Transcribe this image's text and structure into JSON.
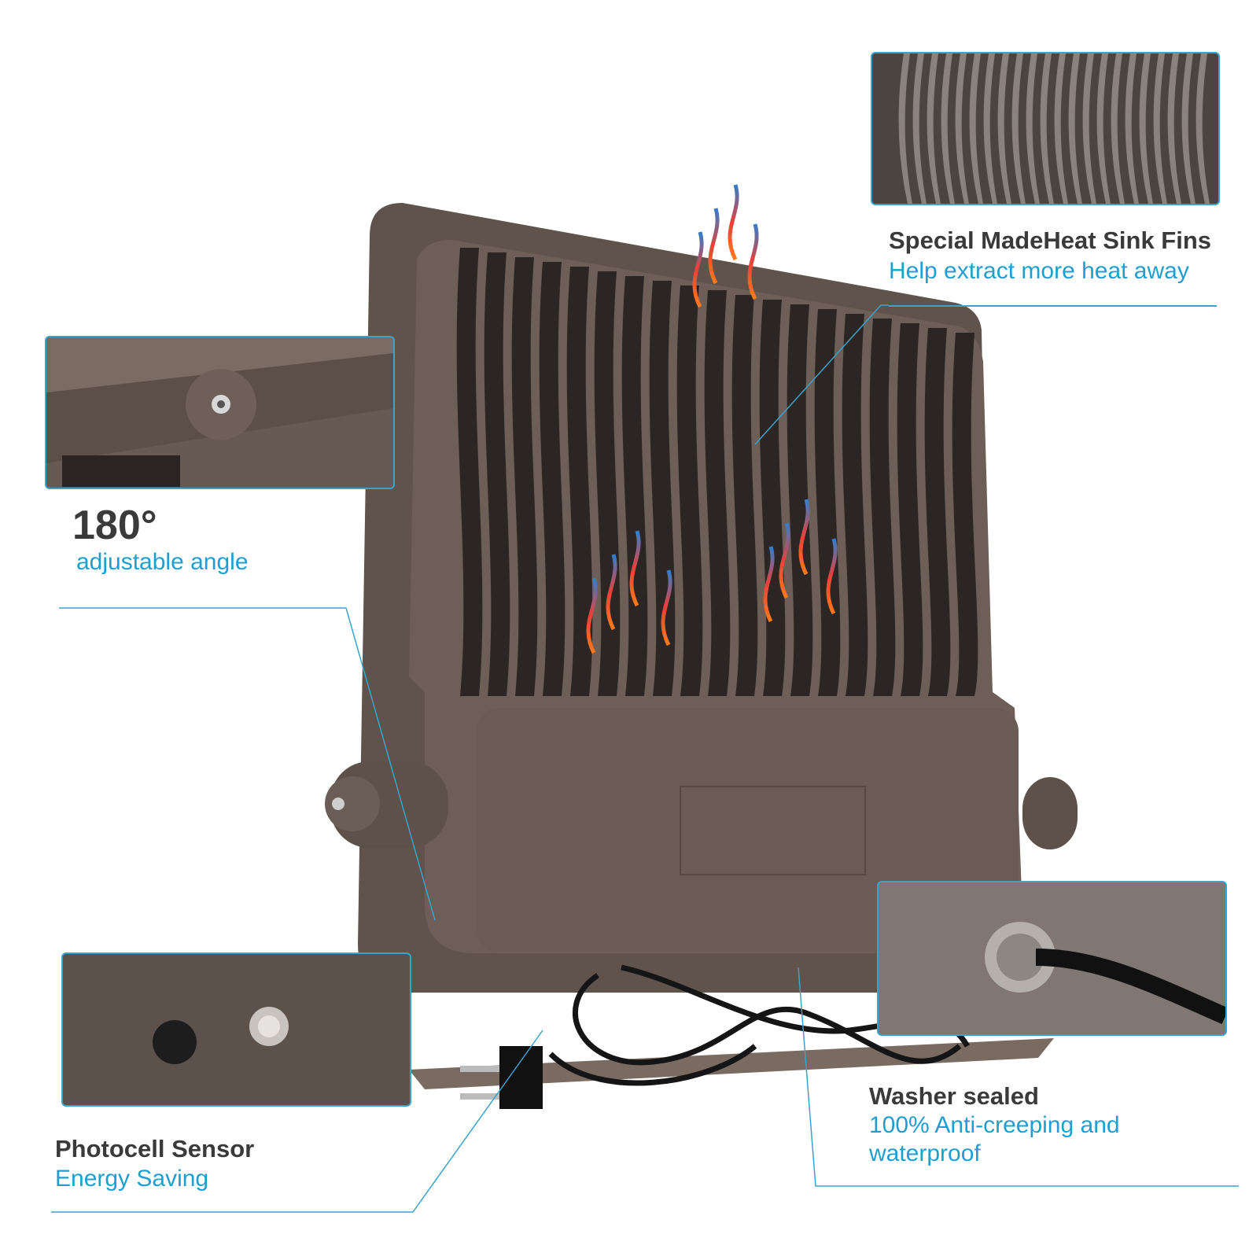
{
  "callouts": {
    "heat_sink": {
      "title": "Special MadeHeat Sink Fins",
      "subtitle": "Help extract more heat away"
    },
    "angle": {
      "title": "180°",
      "subtitle": "adjustable angle"
    },
    "photocell": {
      "title": "Photocell Sensor",
      "subtitle": "Energy Saving"
    },
    "washer": {
      "title": "Washer sealed",
      "subtitle_line1": "100% Anti-creeping and",
      "subtitle_line2": "waterproof"
    }
  },
  "colors": {
    "accent": "#1f9fd0",
    "line": "#3aa3cc",
    "housing": "#6a5c54",
    "title_text": "#3a3a3a"
  }
}
